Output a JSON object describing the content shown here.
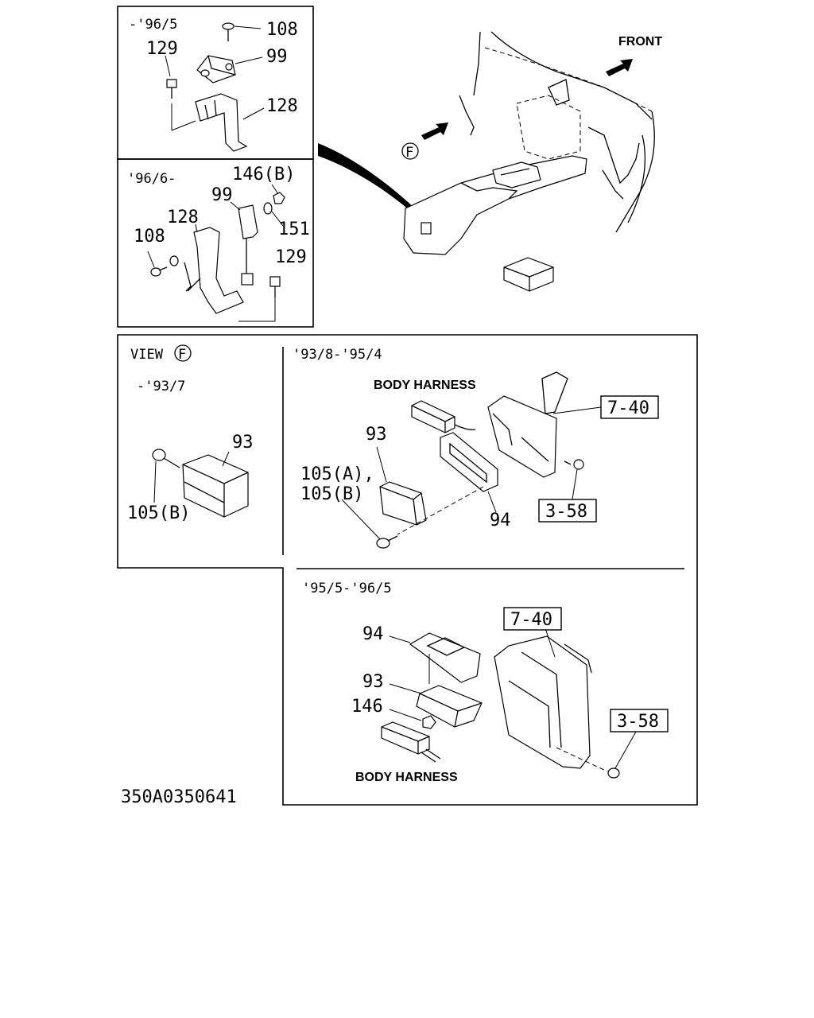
{
  "diagram": {
    "front_label": "FRONT",
    "view_letter": "F",
    "drawing_number": "350A0350641",
    "panel_top_a": {
      "period": "-'96/5",
      "labels": [
        "108",
        "99",
        "129",
        "128"
      ]
    },
    "panel_top_b": {
      "period": "'96/6-",
      "labels": [
        "146(B)",
        "99",
        "128",
        "151",
        "108",
        "129"
      ]
    },
    "panel_view_f": {
      "title": "VIEW",
      "period": "-'93/7",
      "labels": [
        "93",
        "105(B)"
      ]
    },
    "panel_mid": {
      "period": "'93/8-'95/4",
      "harness_label": "BODY HARNESS",
      "labels": [
        "93",
        "105(A),",
        "105(B)",
        "94"
      ],
      "refs": [
        "7-40",
        "3-58"
      ]
    },
    "panel_low": {
      "period": "'95/5-'96/5",
      "harness_label": "BODY HARNESS",
      "labels": [
        "94",
        "93",
        "146"
      ],
      "refs": [
        "7-40",
        "3-58"
      ]
    }
  }
}
